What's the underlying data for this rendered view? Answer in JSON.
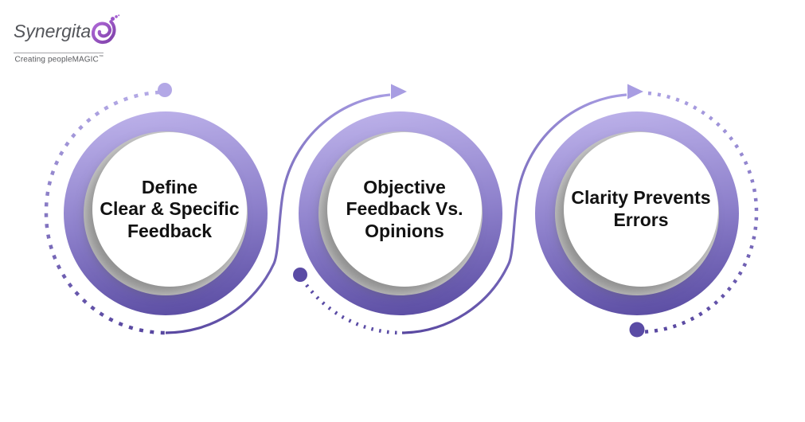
{
  "logo": {
    "brand": "Synergita",
    "tagline": "Creating peopleMAGIC",
    "trademark_mark": "™",
    "brand_color": "#53555a",
    "swirl_color": "#9a55c9"
  },
  "diagram": {
    "steps": [
      {
        "lines": [
          "Define",
          "Clear & Specific",
          "Feedback"
        ]
      },
      {
        "lines": [
          "Objective",
          "Feedback Vs.",
          "Opinions"
        ]
      },
      {
        "lines": [
          "Clarity Prevents",
          "Errors"
        ]
      }
    ],
    "colors": {
      "ring_light": "#bdb2ea",
      "ring_dark": "#5a4ca2",
      "accent_light": "#b3a8e6",
      "accent_dark": "#5a4ba5",
      "crescent_gray": "#c9c9c9",
      "text": "#121212"
    }
  }
}
